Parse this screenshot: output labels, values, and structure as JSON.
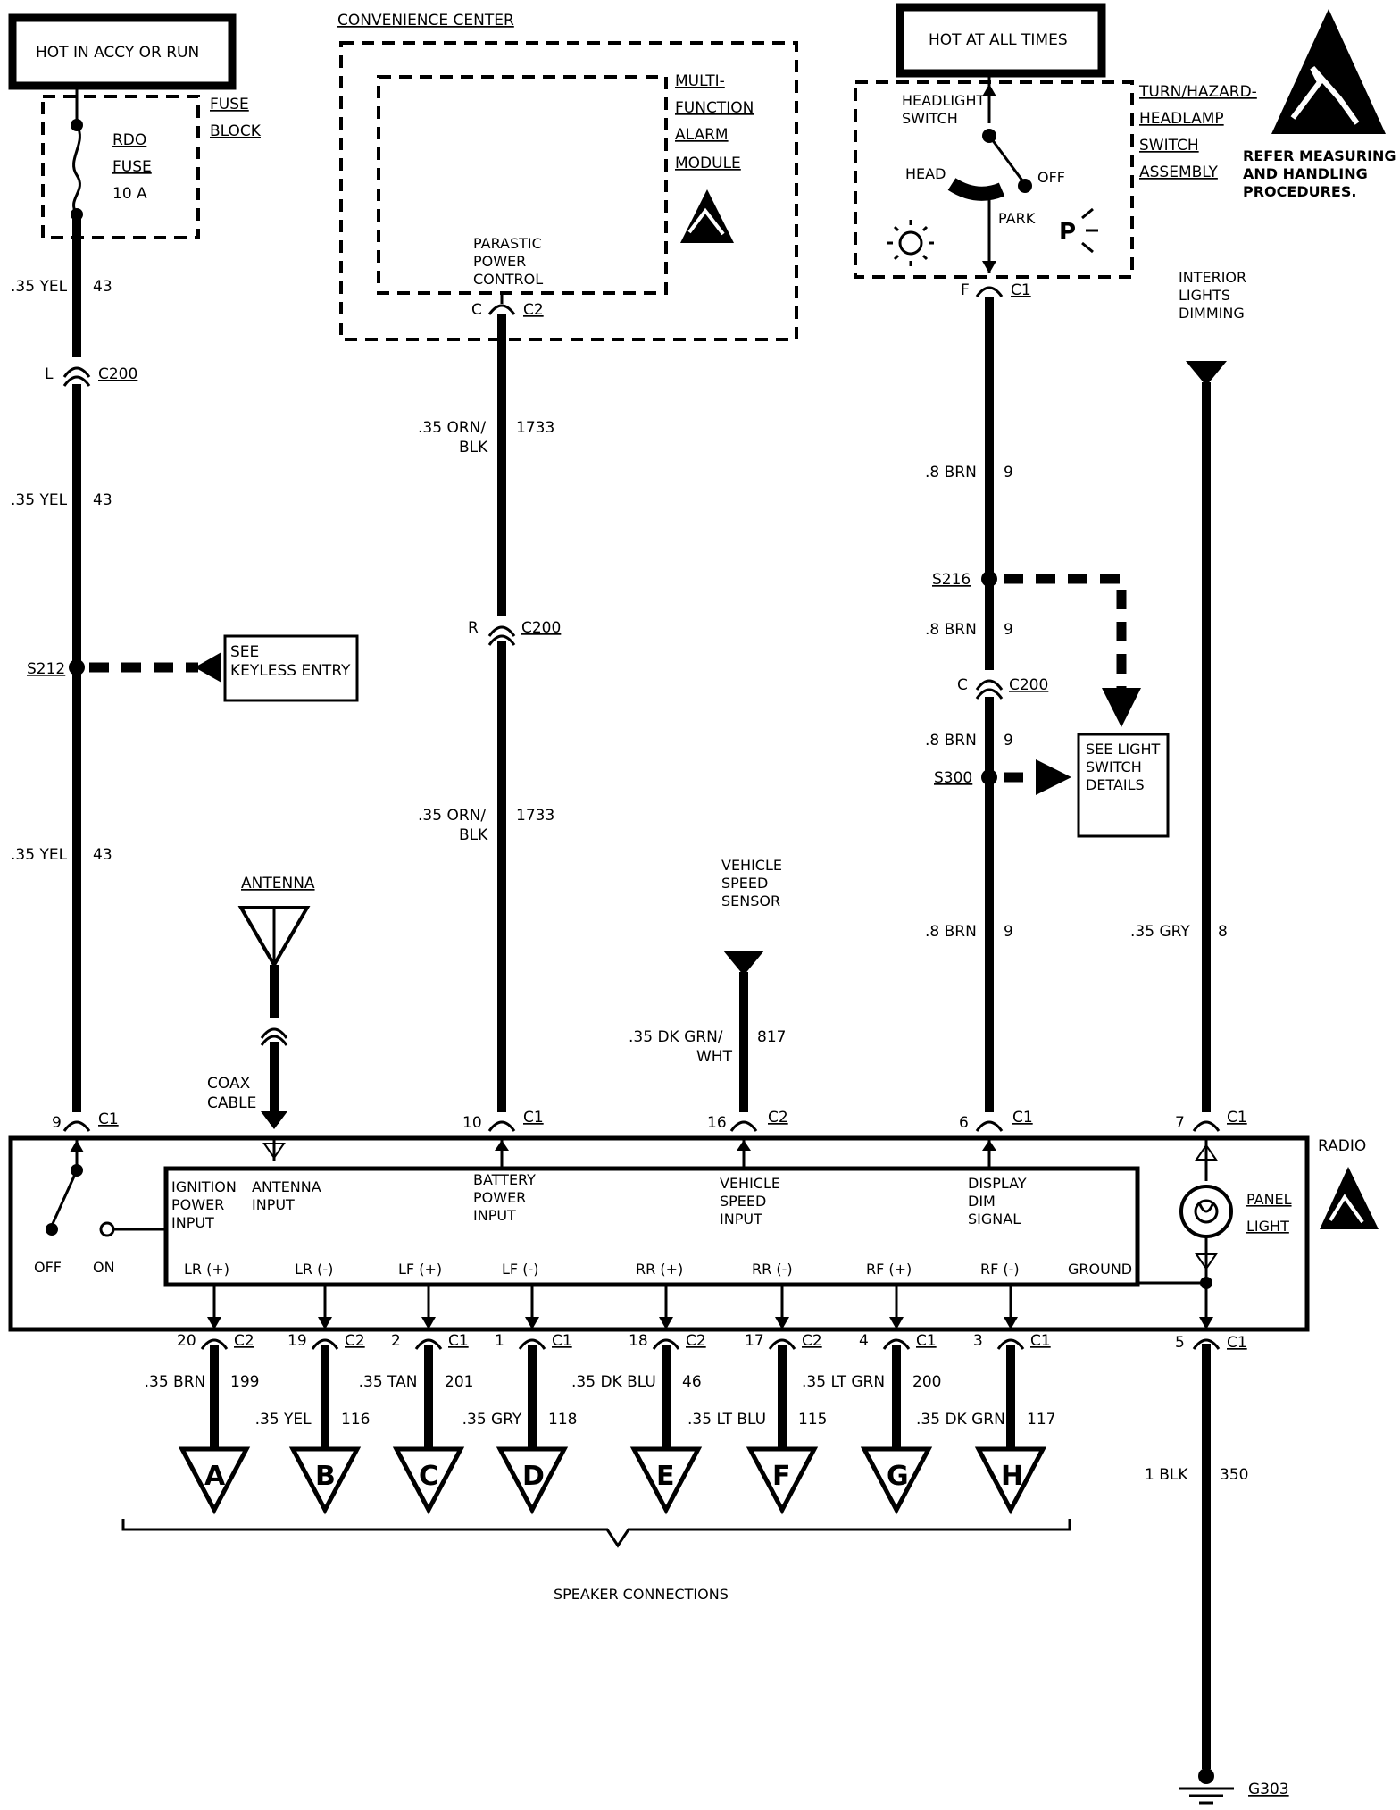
{
  "power_sources": {
    "accy_run": "HOT IN ACCY OR RUN",
    "all_times": "HOT AT ALL TIMES"
  },
  "fuse": {
    "block_line1": "FUSE",
    "block_line2": "BLOCK",
    "name_line1": "RDO",
    "name_line2": "FUSE",
    "rating": "10 A"
  },
  "convenience_center": {
    "title": "CONVENIENCE CENTER",
    "module_line1": "MULTI-",
    "module_line2": "FUNCTION",
    "module_line3": "ALARM",
    "module_line4": "MODULE",
    "ppc_line1": "PARASTIC",
    "ppc_line2": "POWER",
    "ppc_line3": "CONTROL",
    "pin": "C",
    "conn": "C2"
  },
  "headlamp_switch": {
    "title_line1": "TURN/HAZARD-",
    "title_line2": "HEADLAMP",
    "title_line3": "SWITCH",
    "title_line4": "ASSEMBLY",
    "switch_line1": "HEADLIGHT",
    "switch_line2": "SWITCH",
    "head": "HEAD",
    "off": "OFF",
    "park": "PARK",
    "p": "P",
    "pin": "F",
    "conn": "C1"
  },
  "esd_note": {
    "line1": "REFER MEASURING",
    "line2": "AND HANDLING",
    "line3": "PROCEDURES."
  },
  "circuit_43": {
    "wire": ".35 YEL",
    "circuit": "43",
    "c200_pin": "L",
    "c200": "C200",
    "splice": "S212",
    "ref_line1": "SEE",
    "ref_line2": "KEYLESS ENTRY",
    "radio_pin": "9",
    "radio_conn": "C1"
  },
  "antenna": {
    "title": "ANTENNA",
    "coax_line1": "COAX",
    "coax_line2": "CABLE"
  },
  "circuit_1733": {
    "wire_line1": ".35 ORN/",
    "wire_line2": "BLK",
    "circuit": "1733",
    "c200_pin": "R",
    "c200": "C200",
    "radio_pin": "10",
    "radio_conn": "C1"
  },
  "circuit_817": {
    "sensor_line1": "VEHICLE",
    "sensor_line2": "SPEED",
    "sensor_line3": "SENSOR",
    "wire_line1": ".35 DK GRN/",
    "wire_line2": "WHT",
    "circuit": "817",
    "radio_pin": "16",
    "radio_conn": "C2"
  },
  "circuit_9": {
    "wire": ".8 BRN",
    "circuit": "9",
    "splice1": "S216",
    "c200_pin": "C",
    "c200": "C200",
    "splice2": "S300",
    "ref_line1": "SEE LIGHT",
    "ref_line2": "SWITCH",
    "ref_line3": "DETAILS",
    "radio_pin": "6",
    "radio_conn": "C1"
  },
  "circuit_8": {
    "source_line1": "INTERIOR",
    "source_line2": "LIGHTS",
    "source_line3": "DIMMING",
    "wire": ".35 GRY",
    "circuit": "8",
    "radio_pin": "7",
    "radio_conn": "C1"
  },
  "radio": {
    "title": "RADIO",
    "ign_line1": "IGNITION",
    "ign_line2": "POWER",
    "ign_line3": "INPUT",
    "ant_line1": "ANTENNA",
    "ant_line2": "INPUT",
    "batt_line1": "BATTERY",
    "batt_line2": "POWER",
    "batt_line3": "INPUT",
    "vss_line1": "VEHICLE",
    "vss_line2": "SPEED",
    "vss_line3": "INPUT",
    "dim_line1": "DISPLAY",
    "dim_line2": "DIM",
    "dim_line3": "SIGNAL",
    "panel_line1": "PANEL",
    "panel_line2": "LIGHT",
    "ground": "GROUND",
    "off": "OFF",
    "on": "ON"
  },
  "speakers": [
    {
      "label": "LR (+)",
      "pin": "20",
      "conn": "C2",
      "wire": ".35 BRN",
      "circuit": "199",
      "letter": "A"
    },
    {
      "label": "LR (-)",
      "pin": "19",
      "conn": "C2",
      "wire": ".35 YEL",
      "circuit": "116",
      "letter": "B"
    },
    {
      "label": "LF (+)",
      "pin": "2",
      "conn": "C1",
      "wire": ".35 TAN",
      "circuit": "201",
      "letter": "C"
    },
    {
      "label": "LF (-)",
      "pin": "1",
      "conn": "C1",
      "wire": ".35 GRY",
      "circuit": "118",
      "letter": "D"
    },
    {
      "label": "RR (+)",
      "pin": "18",
      "conn": "C2",
      "wire": ".35 DK BLU",
      "circuit": "46",
      "letter": "E"
    },
    {
      "label": "RR (-)",
      "pin": "17",
      "conn": "C2",
      "wire": ".35 LT BLU",
      "circuit": "115",
      "letter": "F"
    },
    {
      "label": "RF (+)",
      "pin": "4",
      "conn": "C1",
      "wire": ".35 LT GRN",
      "circuit": "200",
      "letter": "G"
    },
    {
      "label": "RF (-)",
      "pin": "3",
      "conn": "C1",
      "wire": ".35 DK GRN",
      "circuit": "117",
      "letter": "H"
    }
  ],
  "speaker_connections": "SPEAKER CONNECTIONS",
  "ground_circuit": {
    "pin": "5",
    "conn": "C1",
    "wire": "1 BLK",
    "circuit": "350",
    "ground": "G303"
  }
}
